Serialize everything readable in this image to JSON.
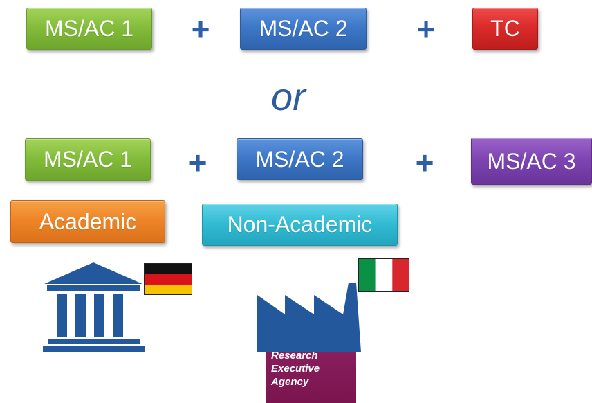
{
  "row1": {
    "box1": "MS/AC 1",
    "plus1": "+",
    "box2": "MS/AC 2",
    "plus2": "+",
    "box3": "TC"
  },
  "separator": "or",
  "row2": {
    "box1": "MS/AC 1",
    "plus1": "+",
    "box2": "MS/AC 2",
    "plus2": "+",
    "box3": "MS/AC 3"
  },
  "types": {
    "academic": "Academic",
    "non_academic": "Non-Academic"
  },
  "logo": {
    "line1": "Research",
    "line2": "Executive",
    "line3": "Agency"
  },
  "icons": {
    "university": "university-building-icon",
    "factory": "factory-icon",
    "flag_de": "germany-flag-icon",
    "flag_it": "italy-flag-icon"
  },
  "colors": {
    "ms_ac_1": "#84bd3b",
    "ms_ac_2": "#3f78c8",
    "tc": "#db2b2b",
    "ms_ac_3": "#7e45b2",
    "academic": "#ee8628",
    "non_academic": "#33bcd4",
    "icon_blue": "#24589c",
    "rea_logo": "#7a154f"
  }
}
